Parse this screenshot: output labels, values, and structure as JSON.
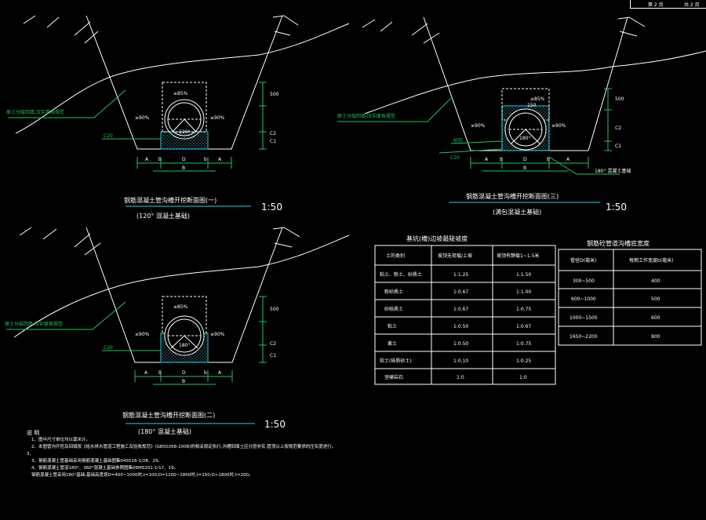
{
  "colors": {
    "background": "#000000",
    "line": "#ffffff",
    "pipe": "#ffffff",
    "bedding": "#22d3ee",
    "leader": "#22c55e",
    "dimension": "#22c55e",
    "scale_line": "#22d3ee",
    "dashed_box": "#ffffff"
  },
  "title_block": {
    "sheet": "第 2 页",
    "total": "共 2 页"
  },
  "section1": {
    "title": "钢筋混凝土管沟槽开挖断面图(一)",
    "subtitle": "(120° 混凝土基础)",
    "scale": "1:50",
    "compaction_top": "≥85%",
    "compaction_side_left": "≥90%",
    "compaction_side_right": "≥90%",
    "angle": "120°",
    "backfill_note": "原土分层回填,压实度按规范",
    "dim_500": "500",
    "dim_c1": "C1",
    "dim_c2": "C2",
    "c20": "C20",
    "dims": [
      "A",
      "b",
      "D",
      "b",
      "A"
    ],
    "dim_B": "B"
  },
  "section2": {
    "title": "钢筋混凝土管沟槽开挖断面图(二)",
    "subtitle": "(180° 混凝土基础)",
    "scale": "1:50",
    "compaction_top": "≥85%",
    "compaction_side_left": "≥90%",
    "compaction_side_right": "≥90%",
    "angle": "180°",
    "backfill_note": "原土分层回填,压实度按规范",
    "dim_500": "500",
    "dim_c1": "C1",
    "dim_c2": "C2",
    "c20": "C20",
    "dims": [
      "A",
      "b",
      "D",
      "b",
      "A"
    ],
    "dim_B": "B"
  },
  "section3": {
    "title": "钢筋混凝土管沟槽开挖断面图(三)",
    "subtitle": "(满包混凝土基础)",
    "scale": "1:50",
    "compaction_top": "≥85%",
    "compaction_side_left": "≥90%",
    "compaction_side_right": "≥90%",
    "angle": "180°",
    "angle_top": "150",
    "backfill_note": "原土分层回填,压实度按规范",
    "dim_500": "500",
    "dim_c1": "C1",
    "dim_c2": "C2",
    "c20": "C20",
    "c20_top": "砂石",
    "bottom_note": "180° 混凝土基础",
    "dims": [
      "A",
      "b",
      "D",
      "b",
      "A"
    ],
    "dim_B": "B"
  },
  "slope_table": {
    "title": "基坑(槽)边坡最陡坡度",
    "headers": [
      "土的类别",
      "坡顶无荷载/上坡",
      "坡顶有静载1~1.5米"
    ],
    "rows": [
      [
        "粘土、粉土、砂质土",
        "1:1.25",
        "1:1.50"
      ],
      [
        "粉砂质土",
        "1:0.67",
        "1:1.00"
      ],
      [
        "砂砾质土",
        "1:0.67",
        "1:0.75"
      ],
      [
        "粘土",
        "1:0.50",
        "1:0.67"
      ],
      [
        "黄土",
        "1:0.50",
        "1:0.75"
      ],
      [
        "软土(砾质砂土)",
        "1:0.10",
        "1:0.25"
      ],
      [
        "坚硬岩石",
        "1:0",
        "1:0"
      ]
    ]
  },
  "width_table": {
    "title": "钢筋砼管道沟槽底宽度",
    "headers": [
      "管径D(毫米)",
      "每侧工作宽度b(毫米)"
    ],
    "rows": [
      [
        "300~500",
        "400"
      ],
      [
        "600~1000",
        "500"
      ],
      [
        "1000~1500",
        "600"
      ],
      [
        "1650~2200",
        "800"
      ]
    ]
  },
  "notes": {
    "heading": "说 明",
    "lines": [
      "1、图中尺寸单位均以毫米计。",
      "2、本图管沟开挖及回填按《给水排水管道工程施工及验收规范》(GB50268-2008)的相关规定执行,沟槽回填土应分层夯实,管顶以上按规范要求的压实度进行。",
      "3、",
      "3、钢筋混凝土管基础采用钢筋混凝土基础图集04S516-1/28、29。",
      "4、钢筋混凝土管道180°、360°混凝土基础参照图集06MS201-1/17、19。",
      "   钢筋混凝土管采用180°基础,基础高度按D=400~1000时,t=100;D=1200~1800时,t=150;D>1800时,t=200。"
    ]
  }
}
